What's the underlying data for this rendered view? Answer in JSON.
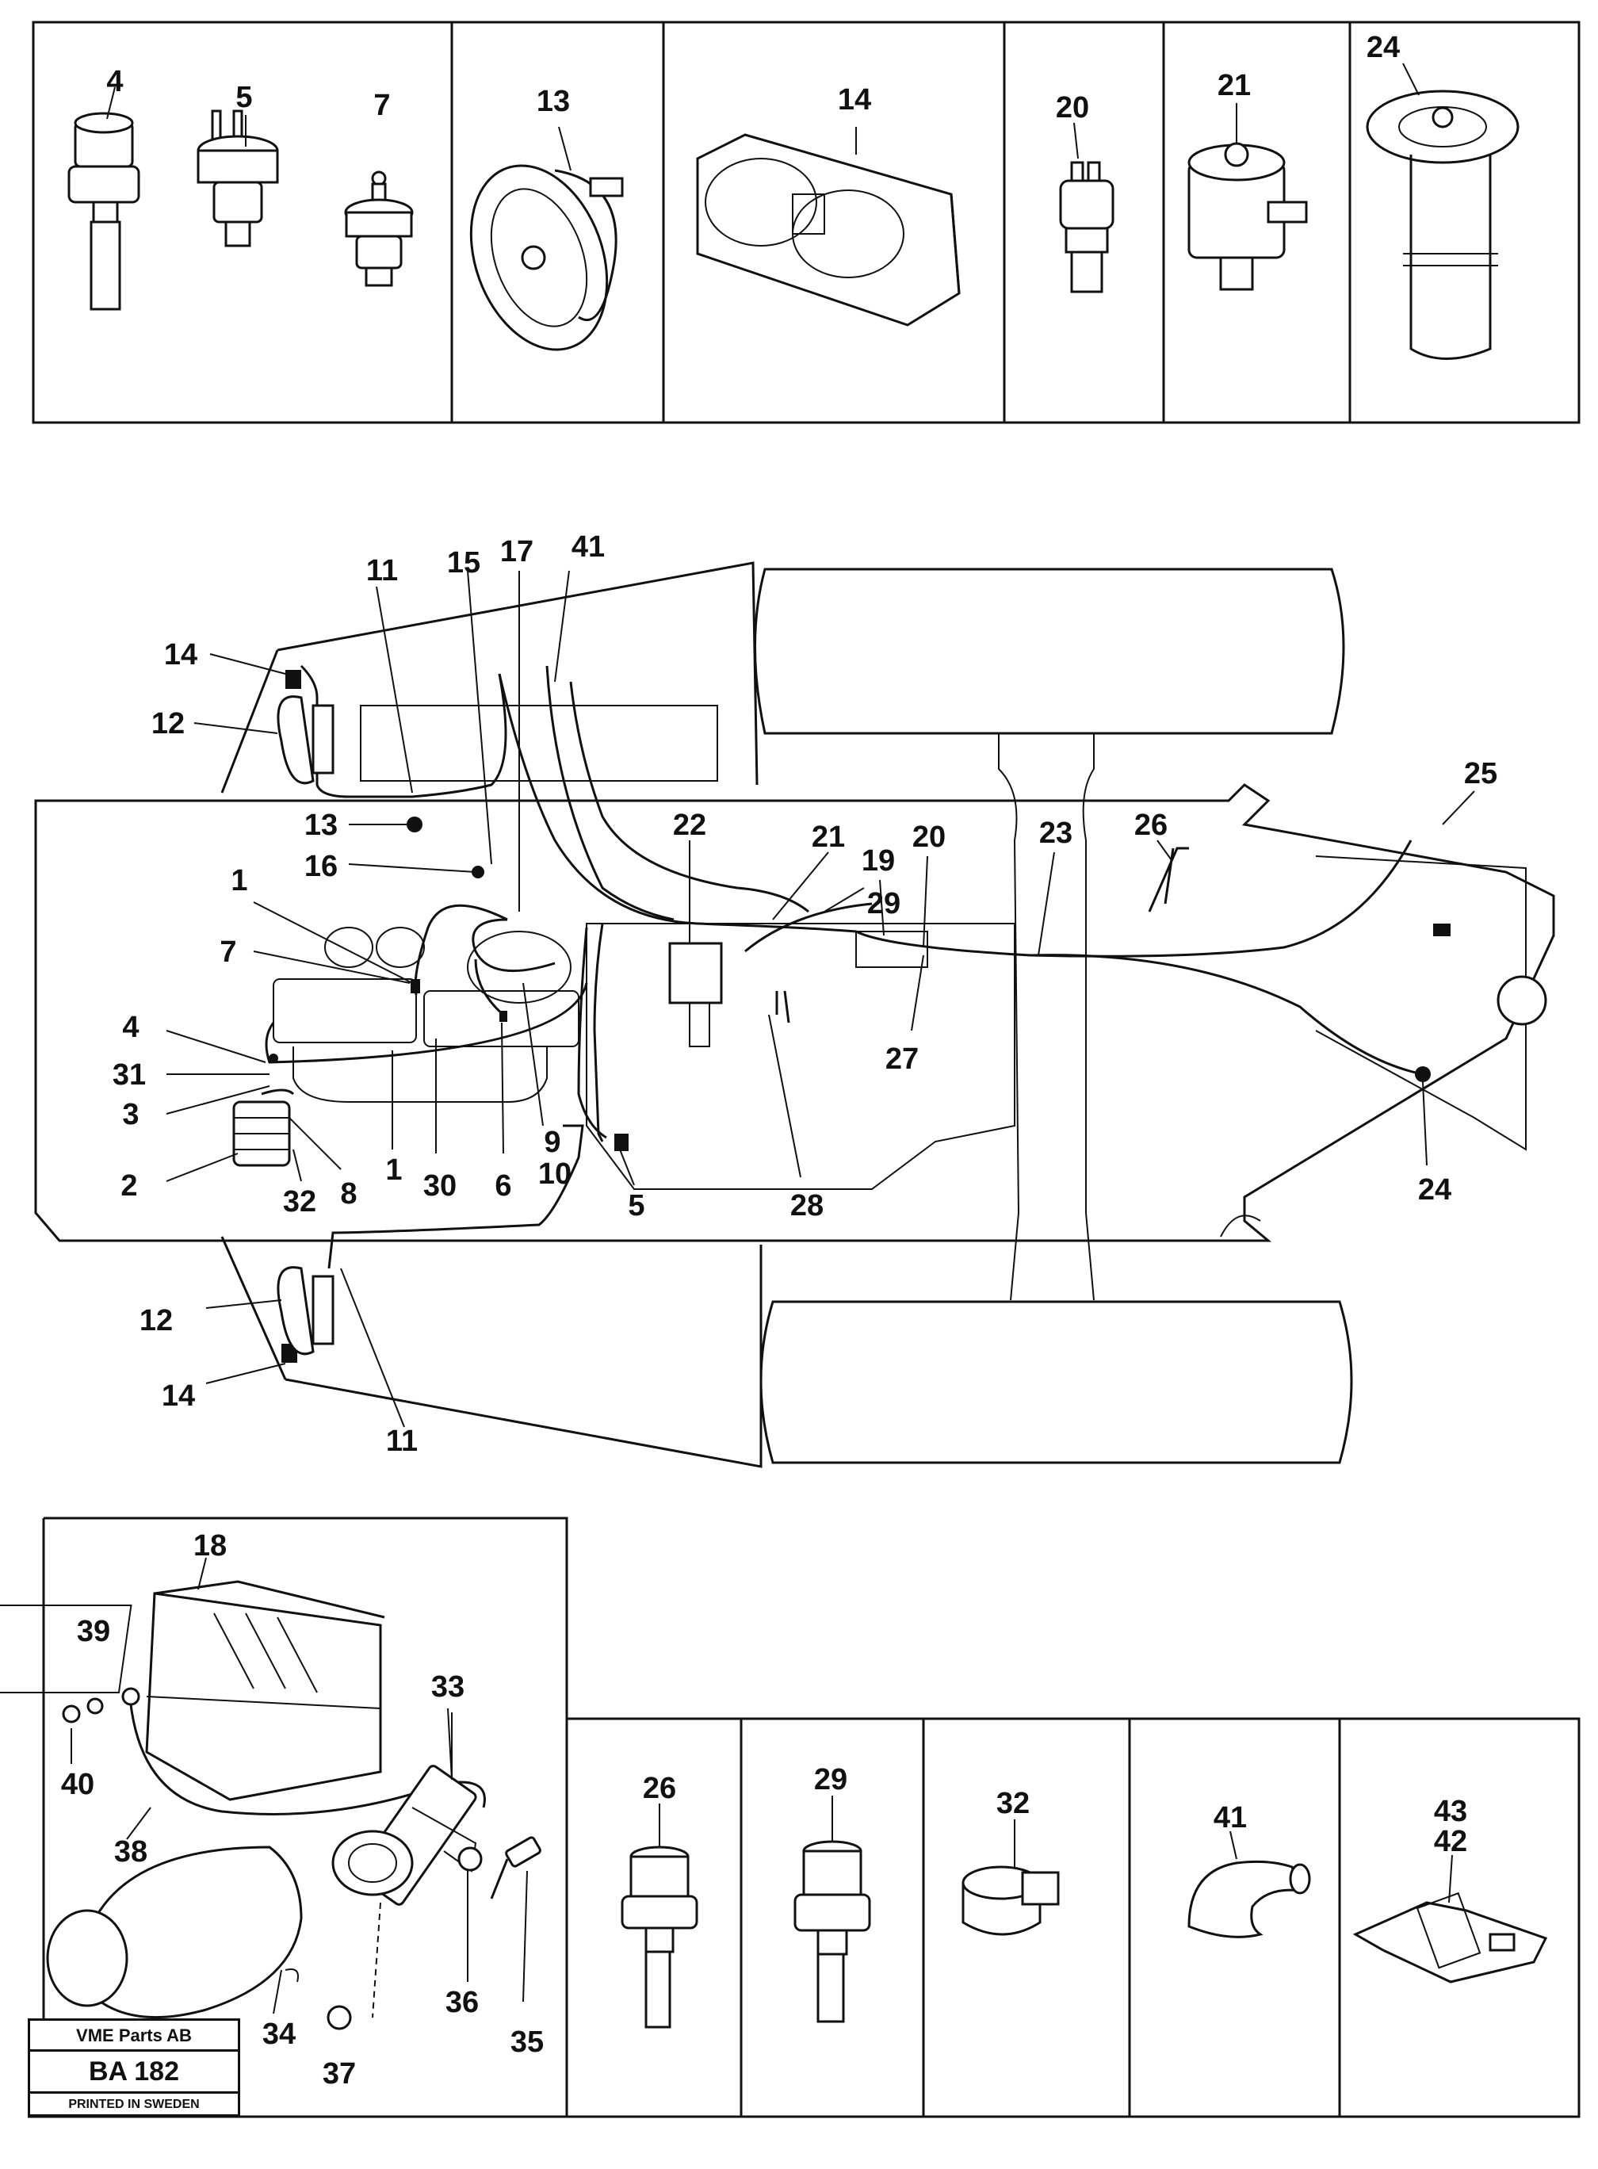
{
  "callouts": {
    "top_row": [
      "4",
      "5",
      "7",
      "13",
      "14",
      "20",
      "21",
      "24"
    ],
    "main": {
      "c11a": "11",
      "c15": "15",
      "c17": "17",
      "c41": "41",
      "c14a": "14",
      "c12a": "12",
      "c13": "13",
      "c16": "16",
      "c1a": "1",
      "c7": "7",
      "c4": "4",
      "c31": "31",
      "c3": "3",
      "c2": "2",
      "c32": "32",
      "c8": "8",
      "c1b": "1",
      "c30": "30",
      "c6": "6",
      "c9": "9",
      "c10": "10",
      "c5": "5",
      "c22": "22",
      "c21": "21",
      "c29": "29",
      "c19": "19",
      "c20": "20",
      "c27": "27",
      "c28": "28",
      "c23": "23",
      "c26": "26",
      "c25": "25",
      "c24": "24",
      "c12b": "12",
      "c14b": "14",
      "c11b": "11"
    },
    "bottom_left": [
      "18",
      "39",
      "40",
      "38",
      "33",
      "34",
      "36",
      "35",
      "37"
    ],
    "bottom_row": [
      "26",
      "29",
      "32",
      "41",
      "43",
      "42"
    ]
  },
  "title_block": {
    "company": "VME Parts AB",
    "code": "BA 182",
    "printed": "PRINTED IN SWEDEN"
  }
}
